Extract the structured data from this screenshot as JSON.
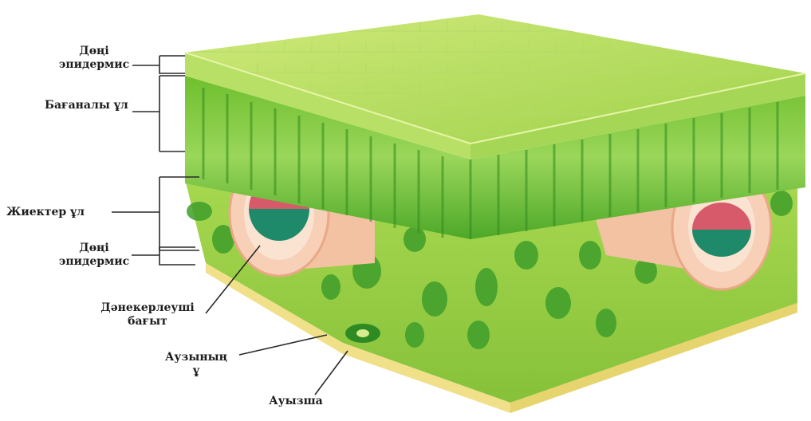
{
  "labels": {
    "upper_epidermis": [
      "Дөңі",
      "эпидермис"
    ],
    "palisade": "Бағаналы ұл",
    "spongy": "Жиектер ұл",
    "lower_epidermis": [
      "Дөңі",
      "эпидермис"
    ],
    "vascular_bundle": [
      "Дәнекерлеуші",
      "бағыт"
    ],
    "guard_cells": [
      "Аузының",
      "ұ"
    ],
    "stoma": "Ауызша"
  }
}
